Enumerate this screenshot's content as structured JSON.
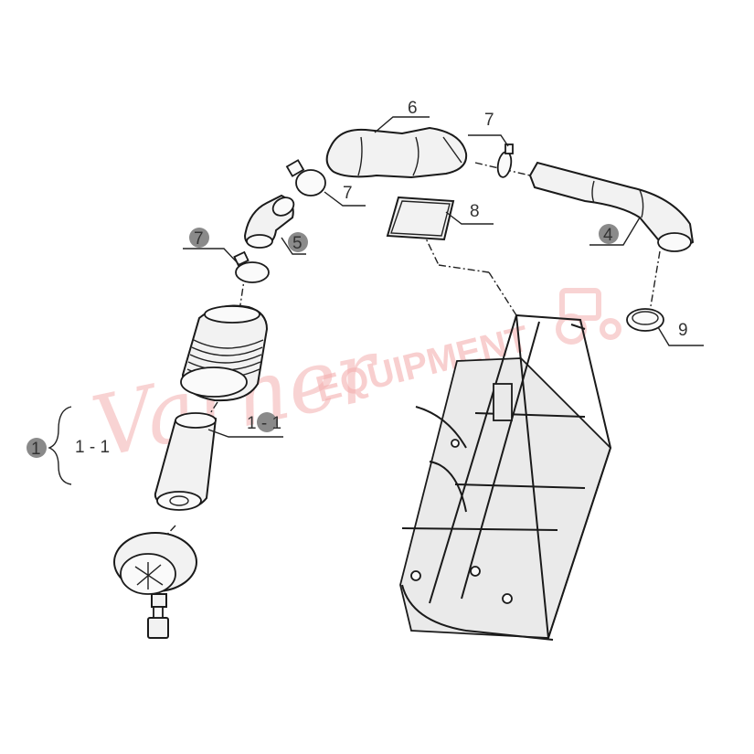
{
  "diagram": {
    "callouts": [
      {
        "id": "label-1",
        "text": "1"
      },
      {
        "id": "label-1-1-left",
        "text": "1 - 1"
      },
      {
        "id": "label-1-1-right",
        "text": "1 - 1"
      },
      {
        "id": "label-4",
        "text": "4"
      },
      {
        "id": "label-5",
        "text": "5"
      },
      {
        "id": "label-6",
        "text": "6"
      },
      {
        "id": "label-7a",
        "text": "7"
      },
      {
        "id": "label-7b",
        "text": "7"
      },
      {
        "id": "label-7c",
        "text": "7"
      },
      {
        "id": "label-8",
        "text": "8"
      },
      {
        "id": "label-9",
        "text": "9"
      }
    ],
    "watermark": {
      "script": "Varner",
      "caps": "EQUIPMENT"
    },
    "colors": {
      "line": "#1a1a1a",
      "badge": "#8a8a8a",
      "watermark": "#f4b0b0"
    }
  }
}
